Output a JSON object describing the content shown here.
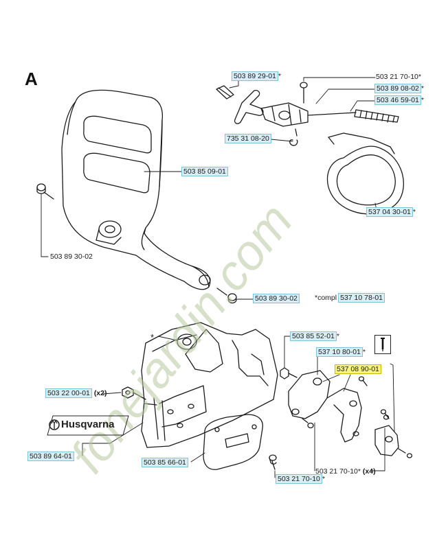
{
  "section": "A",
  "brand": "Husqvarna",
  "watermark": "fonejardin.com",
  "colors": {
    "label_fill": "#d8eef6",
    "label_border": "#7cc3dc",
    "highlight_fill": "#fbf47a",
    "watermark": "#b7c69c",
    "line": "#1a1a1a"
  },
  "labels": {
    "p1": "503 89 29-01",
    "p1_suffix": "*",
    "p2": "503 21 70-10*",
    "p3": "503 89 08-02",
    "p3_suffix": "*",
    "p4": "503 46 59-01",
    "p4_suffix": "*",
    "p5": "735 31 08-20",
    "p6": "503 85 09-01",
    "p7": "503 89 30-02",
    "p8": "537 04 30-01",
    "p8_suffix": "*",
    "p9": "503 89 30-02",
    "p10_prefix": "*compl",
    "p10": "537 10 78-01",
    "p11": "503 85 52-01",
    "p11_suffix": "*",
    "p12": "537 10 80-01",
    "p12_suffix": "*",
    "p13": "537 08 90-01",
    "p14": "503 22 00-01",
    "p14_suffix": "(x2)",
    "p15": "503 89 64-01",
    "p16": "503 85 66-01",
    "p17": "503 21 70-10",
    "p17_suffix": "*",
    "p18": "503 21 70-10*",
    "p18_suffix": "(x4)",
    "star": "*"
  }
}
